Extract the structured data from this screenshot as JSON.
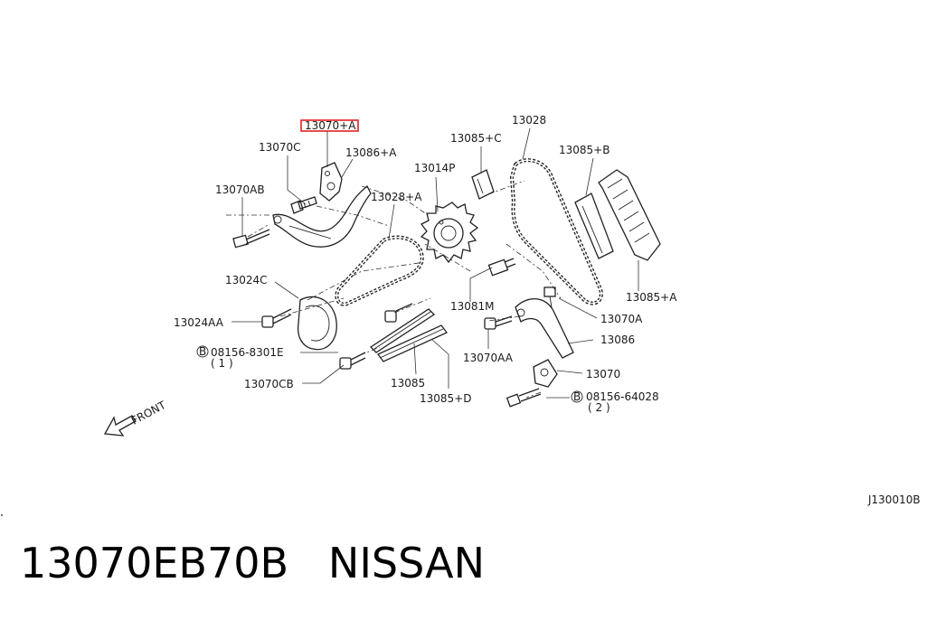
{
  "highlight": {
    "part_number": "13070+A",
    "color": "#e0221f"
  },
  "labels": {
    "p13070C": "13070C",
    "p13086A": "13086+A",
    "p13070AB": "13070AB",
    "p13028A": "13028+A",
    "p13014P": "13014P",
    "p13085C": "13085+C",
    "p13028": "13028",
    "p13085B": "13085+B",
    "p13085A": "13085+A",
    "p13024C": "13024C",
    "p13024AA": "13024AA",
    "p08156_8301E": "08156-8301E",
    "p08156_8301E_qty": "( 1 )",
    "p13070CB": "13070CB",
    "p13085": "13085",
    "p13085D": "13085+D",
    "p13081M": "13081M",
    "p13070A": "13070A",
    "p13086": "13086",
    "p13070AA": "13070AA",
    "p13070": "13070",
    "p08156_64028": "08156-64028",
    "p08156_64028_qty": "( 2 )",
    "bolt_marker_B": "B",
    "front": "FRONT",
    "diagram_code": "J130010B"
  },
  "caption": {
    "part_number": "13070EB70B",
    "brand": "NISSAN"
  }
}
